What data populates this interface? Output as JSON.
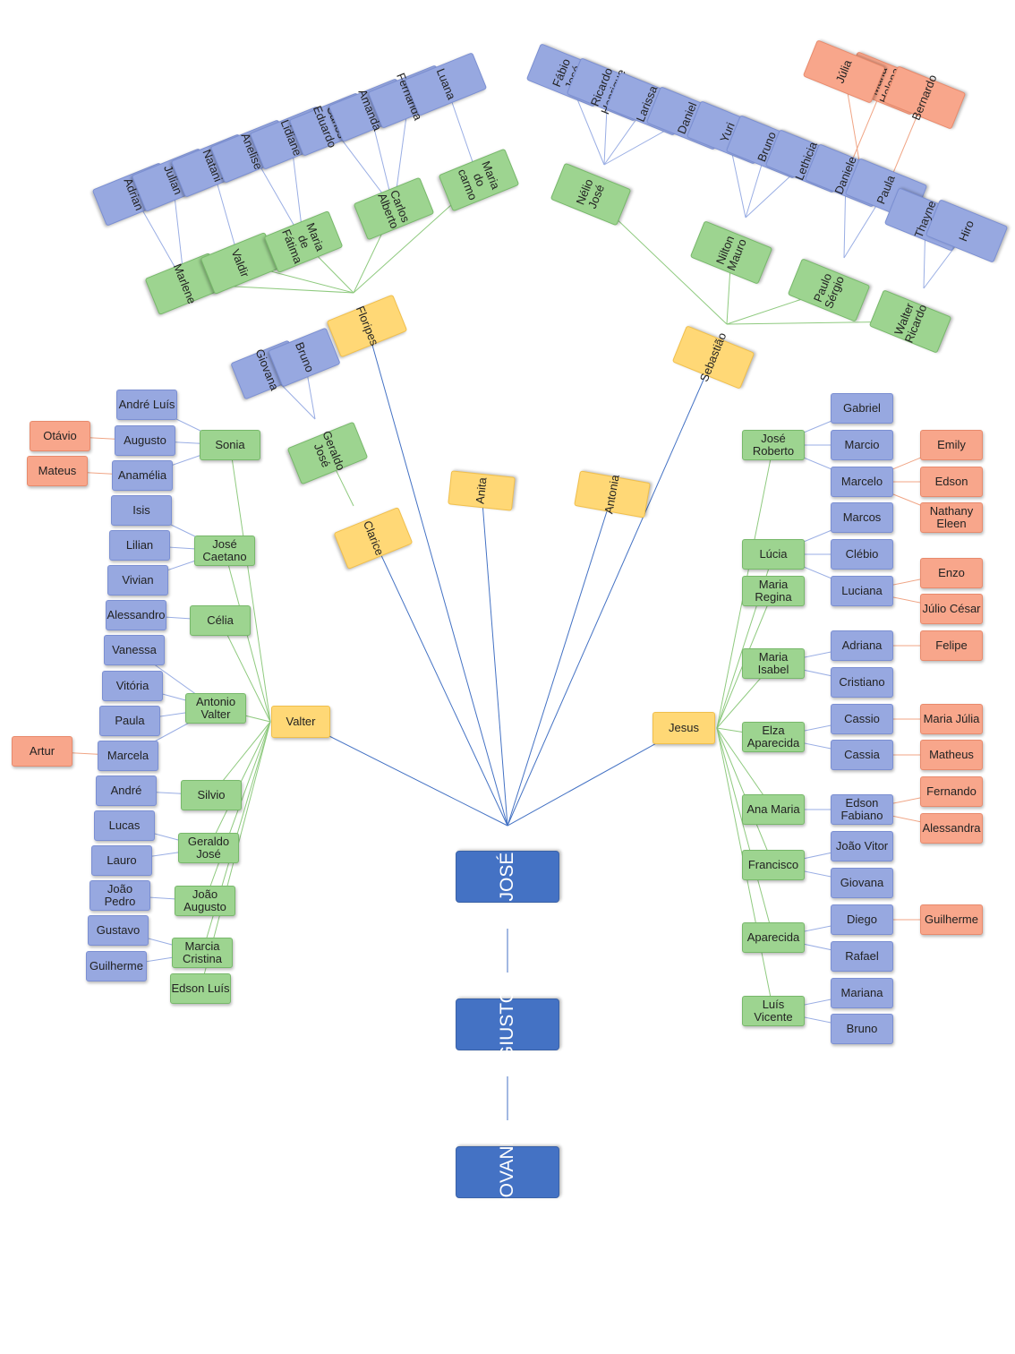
{
  "colors": {
    "root": "#4472c4",
    "child": "#ffd876",
    "grandchild": "#9dd490",
    "great_grandchild": "#97a8e0",
    "great_great_grandchild": "#f8a68b",
    "line_root": "#4472c4",
    "line_green": "#8fca7f",
    "line_blue": "#9aaee4",
    "line_orange": "#f0a585"
  },
  "tree": {
    "ancestors": [
      "GIOVANNI",
      "GIUSTO"
    ],
    "root": "JOSÉ",
    "children": [
      {
        "name": "Valter",
        "children": [
          {
            "name": "Sonia",
            "children": [
              {
                "name": "André Luís"
              },
              {
                "name": "Augusto",
                "children": [
                  {
                    "name": "Otávio"
                  }
                ]
              },
              {
                "name": "Anamélia",
                "children": [
                  {
                    "name": "Mateus"
                  }
                ]
              }
            ]
          },
          {
            "name": "José\nCaetano",
            "children": [
              {
                "name": "Isis"
              },
              {
                "name": "Lilian"
              },
              {
                "name": "Vivian"
              }
            ]
          },
          {
            "name": "Célia",
            "children": [
              {
                "name": "Alessandro"
              }
            ]
          },
          {
            "name": "Antonio\nValter",
            "children": [
              {
                "name": "Vanessa"
              },
              {
                "name": "Vitória"
              },
              {
                "name": "Paula"
              },
              {
                "name": "Marcela",
                "children": [
                  {
                    "name": "Artur"
                  }
                ]
              }
            ]
          },
          {
            "name": "Silvio",
            "children": [
              {
                "name": "André"
              }
            ]
          },
          {
            "name": "Geraldo\nJosé",
            "children": [
              {
                "name": "Lucas"
              },
              {
                "name": "Lauro"
              }
            ]
          },
          {
            "name": "João\nAugusto",
            "children": [
              {
                "name": "João Pedro"
              }
            ]
          },
          {
            "name": "Marcia\nCristina",
            "children": [
              {
                "name": "Gustavo"
              },
              {
                "name": "Guilherme"
              }
            ]
          },
          {
            "name": "Edson Luís"
          }
        ]
      },
      {
        "name": "Clarice",
        "children": [
          {
            "name": "Geraldo\nJosé",
            "children": [
              {
                "name": "Giovana"
              },
              {
                "name": "Bruno"
              }
            ]
          }
        ]
      },
      {
        "name": "Floripes",
        "children": [
          {
            "name": "Marlene",
            "children": [
              {
                "name": "Adrian"
              },
              {
                "name": "Julian"
              }
            ]
          },
          {
            "name": "Valdir",
            "children": [
              {
                "name": "Natani"
              }
            ]
          },
          {
            "name": "Maria de\nFátima",
            "children": [
              {
                "name": "Anelise"
              },
              {
                "name": "Lidiane"
              }
            ]
          },
          {
            "name": "Carlos\nAlberto",
            "children": [
              {
                "name": "Carlos\nEduardo"
              },
              {
                "name": "Amanda"
              },
              {
                "name": "Fernanda"
              }
            ]
          },
          {
            "name": "Maria do\ncarmo",
            "children": [
              {
                "name": "Luana"
              }
            ]
          }
        ]
      },
      {
        "name": "Anita"
      },
      {
        "name": "Antonia"
      },
      {
        "name": "Sebastião",
        "children": [
          {
            "name": "Nélio José",
            "children": [
              {
                "name": "Fábio José"
              },
              {
                "name": "Ricardo\nHenrique"
              },
              {
                "name": "Larissa"
              },
              {
                "name": "Daniel"
              }
            ]
          },
          {
            "name": "Nilton\nMauro",
            "children": [
              {
                "name": "Yuri"
              },
              {
                "name": "Bruno"
              },
              {
                "name": "Lethicia"
              }
            ]
          },
          {
            "name": "Paulo\nSérgio",
            "children": [
              {
                "name": "Daniele",
                "children": [
                  {
                    "name": "Maria\nHelena"
                  }
                ]
              },
              {
                "name": "Paula",
                "children": [
                  {
                    "name": "Bernardo"
                  }
                ]
              }
            ]
          },
          {
            "name": "Walter\nRicardo",
            "children": [
              {
                "name": "Thayne"
              },
              {
                "name": "Hiro"
              }
            ]
          }
        ]
      },
      {
        "name": "Jesus",
        "children": [
          {
            "name": "José\nRoberto",
            "children": [
              {
                "name": "Gabriel"
              },
              {
                "name": "Marcio"
              },
              {
                "name": "Marcelo",
                "children": [
                  {
                    "name": "Emily"
                  },
                  {
                    "name": "Edson"
                  },
                  {
                    "name": "Nathany\nEleen"
                  }
                ]
              }
            ]
          },
          {
            "name": "Lúcia",
            "children": [
              {
                "name": "Marcos"
              },
              {
                "name": "Clébio"
              },
              {
                "name": "Luciana",
                "children": [
                  {
                    "name": "Enzo"
                  },
                  {
                    "name": "Júlio César"
                  }
                ]
              }
            ]
          },
          {
            "name": "Maria\nRegina"
          },
          {
            "name": "Maria\nIsabel",
            "children": [
              {
                "name": "Adriana",
                "children": [
                  {
                    "name": "Felipe"
                  }
                ]
              },
              {
                "name": "Cristiano"
              }
            ]
          },
          {
            "name": "Elza\nAparecida",
            "children": [
              {
                "name": "Cassio",
                "children": [
                  {
                    "name": "Maria Júlia"
                  }
                ]
              },
              {
                "name": "Cassia",
                "children": [
                  {
                    "name": "Matheus"
                  }
                ]
              }
            ]
          },
          {
            "name": "Ana Maria",
            "children": [
              {
                "name": "Edson\nFabiano",
                "children": [
                  {
                    "name": "Fernando"
                  },
                  {
                    "name": "Alessandra"
                  }
                ]
              }
            ]
          },
          {
            "name": "Francisco",
            "children": [
              {
                "name": "João Vitor"
              },
              {
                "name": "Giovana"
              }
            ]
          },
          {
            "name": "Aparecida",
            "children": [
              {
                "name": "Diego",
                "children": [
                  {
                    "name": "Guilherme"
                  }
                ]
              },
              {
                "name": "Rafael"
              }
            ]
          },
          {
            "name": "Luís\nVicente",
            "children": [
              {
                "name": "Mariana"
              },
              {
                "name": "Bruno"
              }
            ]
          }
        ]
      }
    ],
    "loose": [
      "Júlia"
    ]
  }
}
